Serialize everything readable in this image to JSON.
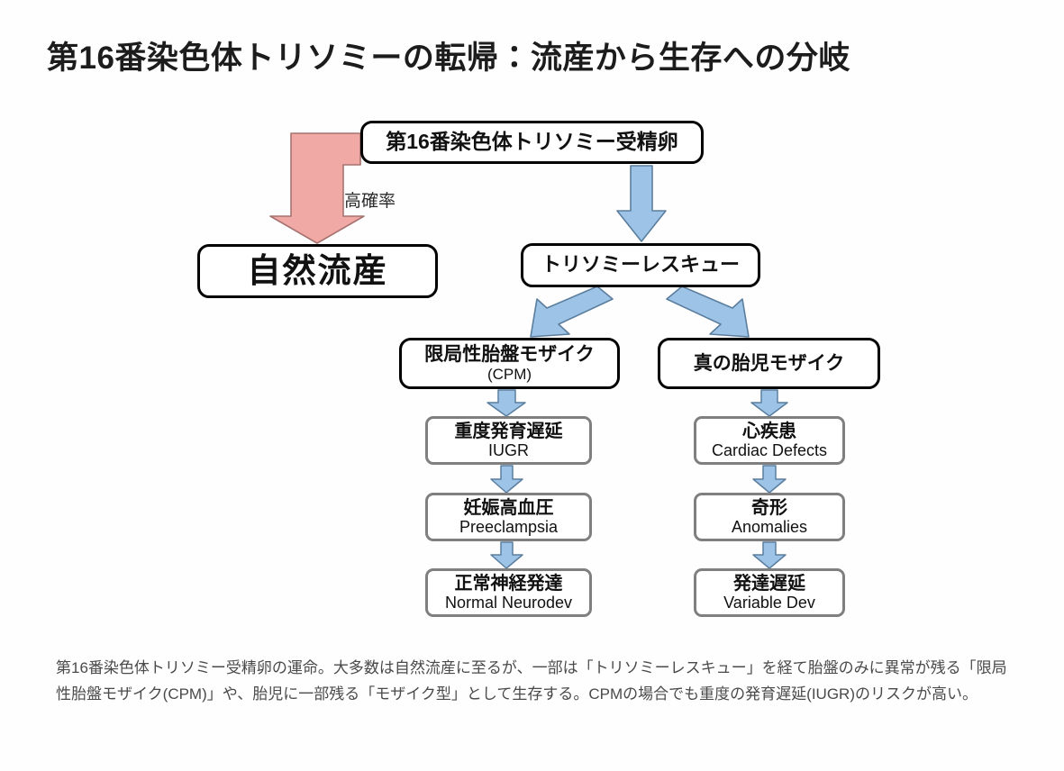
{
  "page": {
    "title": "第16番染色体トリソミーの転帰：流産から生存への分岐",
    "background_color": "#fefefe"
  },
  "colors": {
    "arrow_blue_fill": "#9dc3e6",
    "arrow_blue_stroke": "#5b7e9e",
    "arrow_red_fill": "#f0a9a5",
    "arrow_red_stroke": "#a5726f",
    "node_border_thick": "#000000",
    "node_border_gray": "#7f7f7f",
    "text": "#111111",
    "caption_text": "#4a4a4a"
  },
  "diagram": {
    "type": "flowchart",
    "nodes": {
      "zygote": {
        "jp": "第16番染色体トリソミー受精卵",
        "en": ""
      },
      "miscarriage": {
        "jp": "自然流産",
        "en": ""
      },
      "rescue": {
        "jp": "トリソミーレスキュー",
        "en": ""
      },
      "cpm": {
        "jp": "限局性胎盤モザイク",
        "en": "(CPM)"
      },
      "true_mosaic": {
        "jp": "真の胎児モザイク",
        "en": ""
      },
      "iugr": {
        "jp": "重度発育遅延",
        "en": "IUGR"
      },
      "preeclampsia": {
        "jp": "妊娠高血圧",
        "en": "Preeclampsia"
      },
      "neurodev": {
        "jp": "正常神経発達",
        "en": "Normal Neurodev"
      },
      "cardiac": {
        "jp": "心疾患",
        "en": "Cardiac Defects"
      },
      "anomalies": {
        "jp": "奇形",
        "en": "Anomalies"
      },
      "variable_dev": {
        "jp": "発達遅延",
        "en": "Variable Dev"
      }
    },
    "edge_labels": {
      "high_probability": "高確率"
    },
    "edges": [
      {
        "from": "zygote",
        "to": "miscarriage",
        "label": "高確率",
        "color": "red"
      },
      {
        "from": "zygote",
        "to": "rescue",
        "label": "",
        "color": "blue"
      },
      {
        "from": "rescue",
        "to": "cpm",
        "label": "",
        "color": "blue"
      },
      {
        "from": "rescue",
        "to": "true_mosaic",
        "label": "",
        "color": "blue"
      },
      {
        "from": "cpm",
        "to": "iugr",
        "label": "",
        "color": "blue"
      },
      {
        "from": "iugr",
        "to": "preeclampsia",
        "label": "",
        "color": "blue"
      },
      {
        "from": "preeclampsia",
        "to": "neurodev",
        "label": "",
        "color": "blue"
      },
      {
        "from": "true_mosaic",
        "to": "cardiac",
        "label": "",
        "color": "blue"
      },
      {
        "from": "cardiac",
        "to": "anomalies",
        "label": "",
        "color": "blue"
      },
      {
        "from": "anomalies",
        "to": "variable_dev",
        "label": "",
        "color": "blue"
      }
    ]
  },
  "caption": {
    "text": "第16番染色体トリソミー受精卵の運命。大多数は自然流産に至るが、一部は「トリソミーレスキュー」を経て胎盤のみに異常が残る「限局性胎盤モザイク(CPM)」や、胎児に一部残る「モザイク型」として生存する。CPMの場合でも重度の発育遅延(IUGR)のリスクが高い。"
  }
}
